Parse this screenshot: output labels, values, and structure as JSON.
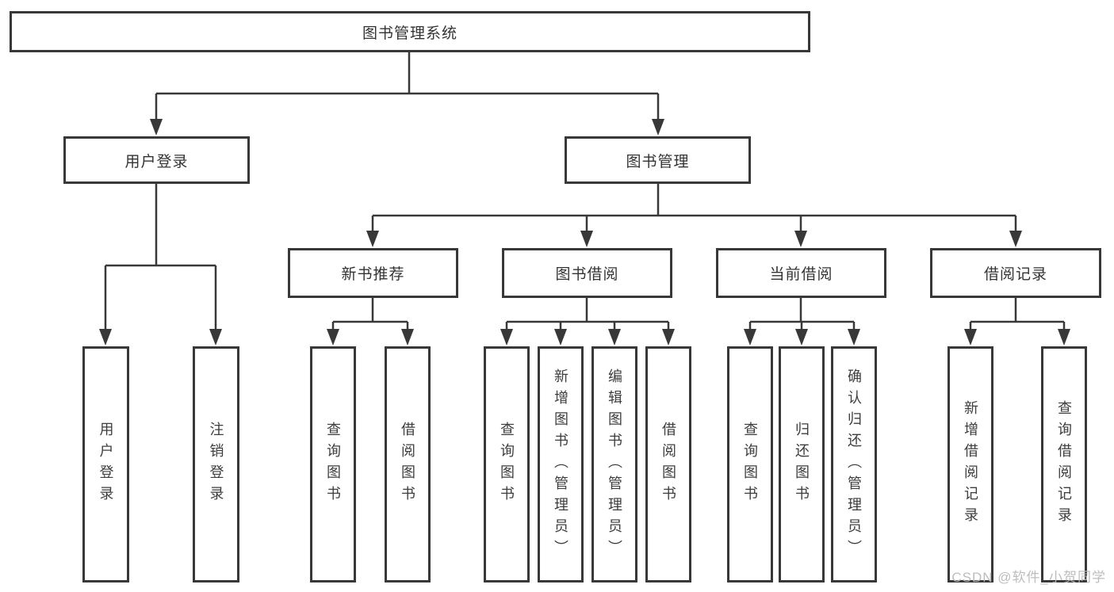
{
  "tree": {
    "label": "图书管理系统",
    "children": [
      {
        "label": "用户登录",
        "children": [
          {
            "label": "用户登录"
          },
          {
            "label": "注销登录"
          }
        ]
      },
      {
        "label": "图书管理",
        "children": [
          {
            "label": "新书推荐",
            "children": [
              {
                "label": "查询图书"
              },
              {
                "label": "借阅图书"
              }
            ]
          },
          {
            "label": "图书借阅",
            "children": [
              {
                "label": "查询图书"
              },
              {
                "label": "新增图书（管理员）"
              },
              {
                "label": "编辑图书（管理员）"
              },
              {
                "label": "借阅图书"
              }
            ]
          },
          {
            "label": "当前借阅",
            "children": [
              {
                "label": "查询图书"
              },
              {
                "label": "归还图书"
              },
              {
                "label": "确认归还（管理员）"
              }
            ]
          },
          {
            "label": "借阅记录",
            "children": [
              {
                "label": "新增借阅记录"
              },
              {
                "label": "查询借阅记录"
              }
            ]
          }
        ]
      }
    ]
  },
  "watermark": "CSDN @软件_小贺同学",
  "colors": {
    "line": "#383838",
    "box_border": "#383838",
    "box_fill": "#ffffff",
    "text": "#333333",
    "watermark": "#b9b9b9"
  }
}
